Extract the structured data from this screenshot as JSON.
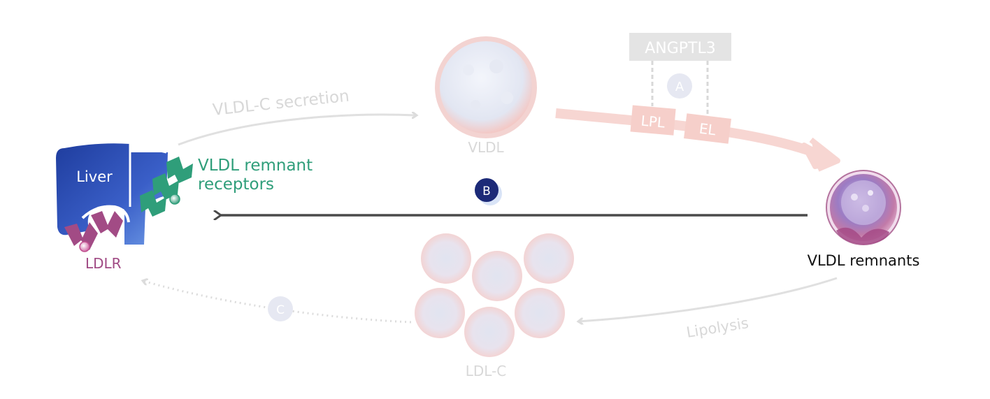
{
  "labels": {
    "liver": "Liver",
    "vldl_remnant_receptors_line1": "VLDL remnant",
    "vldl_remnant_receptors_line2": "receptors",
    "ldlr": "LDLR",
    "vldl_c_secretion": "VLDL-C secretion",
    "vldl": "VLDL",
    "angptl3": "ANGPTL3",
    "lpl": "LPL",
    "el": "EL",
    "vldl_remnants": "VLDL remnants",
    "lipolysis": "Lipolysis",
    "ldl_c": "LDL-C"
  },
  "markers": {
    "a": "A",
    "b": "B",
    "c": "C"
  },
  "colors": {
    "liver_blue": "#2b46a8",
    "receptor_green": "#2f9e7a",
    "ldlr_purple": "#a04a84",
    "marker_b_navy": "#1c2a78",
    "main_arrow": "#4a4a4a",
    "faded_gray": "#dddddd",
    "faded_pink": "#f6c9c4"
  }
}
